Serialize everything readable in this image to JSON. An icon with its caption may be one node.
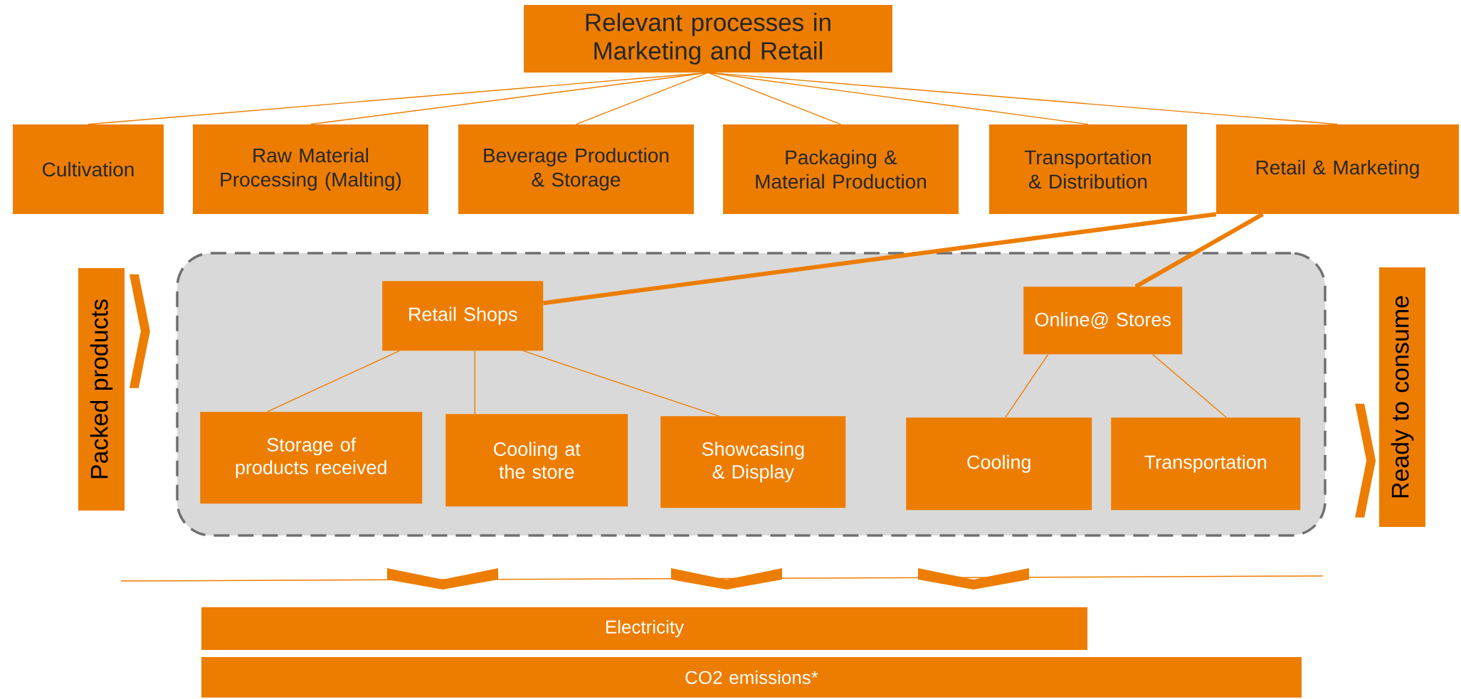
{
  "diagram": {
    "nodes": [
      {
        "text": [
          "Relevant processes in Marketing and Retail"
        ]
      },
      {
        "text": [
          "Cultivation"
        ]
      },
      {
        "text": [
          "Raw Material Processing (Malting)"
        ]
      },
      {
        "text": [
          "Beverage Production & Storage"
        ]
      },
      {
        "text": [
          "Packaging & Material Production"
        ]
      },
      {
        "text": [
          "Transportation & Distribution"
        ]
      },
      {
        "text": [
          "Retail & Marketing"
        ]
      },
      {
        "text": [
          "Packed products"
        ]
      },
      {
        "text": [],
        "shape": "box"
      },
      {
        "text": [
          "Retail Shops"
        ],
        "in": 8
      },
      {
        "text": [
          "Online@ Stores"
        ],
        "in": 8
      },
      {
        "text": [
          "Storage of products received"
        ],
        "in": 8
      },
      {
        "text": [
          "Cooling at the store"
        ],
        "in": 8
      },
      {
        "text": [
          "Showcasing & Display"
        ],
        "in": 8
      },
      {
        "text": [
          "Cooling"
        ],
        "in": 8
      },
      {
        "text": [
          "Transportation"
        ],
        "in": 8
      },
      {
        "text": [
          "Ready to consume"
        ]
      },
      {
        "text": [
          "Electricity"
        ]
      },
      {
        "text": [
          "CO2 emissions*"
        ]
      }
    ],
    "edges": [
      {
        "from": 0,
        "to": 1,
        "arrow": "none"
      },
      {
        "from": 0,
        "to": 2,
        "arrow": "none"
      },
      {
        "from": 0,
        "to": 3,
        "arrow": "none"
      },
      {
        "from": 0,
        "to": 4,
        "arrow": "none"
      },
      {
        "from": 0,
        "to": 5,
        "arrow": "none"
      },
      {
        "from": 0,
        "to": 6,
        "arrow": "none"
      },
      {
        "from": 6,
        "to": 9,
        "arrow": "none",
        "style": "thick"
      },
      {
        "from": 6,
        "to": 10,
        "arrow": "none",
        "style": "thick"
      },
      {
        "from": 9,
        "to": 11,
        "arrow": "none"
      },
      {
        "from": 9,
        "to": 12,
        "arrow": "none"
      },
      {
        "from": 9,
        "to": 13,
        "arrow": "none"
      },
      {
        "from": 10,
        "to": 14,
        "arrow": "none"
      },
      {
        "from": 10,
        "to": 15,
        "arrow": "none"
      },
      {
        "from": 7,
        "to": 8,
        "arrow": "to"
      },
      {
        "from": 8,
        "to": 16,
        "arrow": "to"
      }
    ]
  }
}
